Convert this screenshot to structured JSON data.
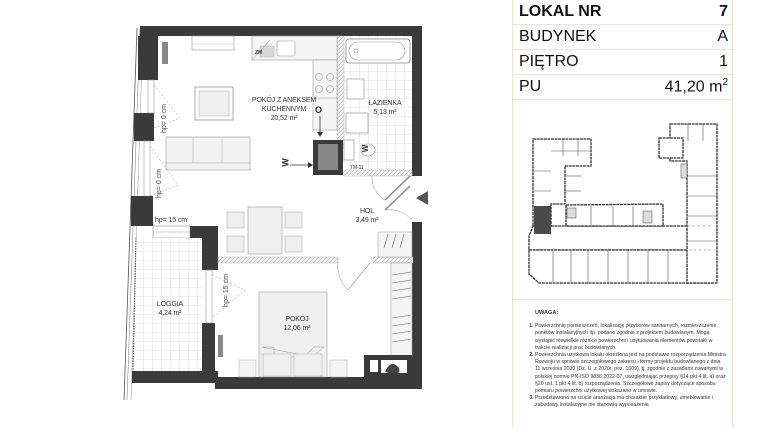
{
  "info": {
    "rows": [
      {
        "label": "LOKAL NR",
        "value": "7"
      },
      {
        "label": "BUDYNEK",
        "value": "A"
      },
      {
        "label": "PIĘTRO",
        "value": "1"
      },
      {
        "label": "PU",
        "value": "41,20 m",
        "value_sup": "2"
      }
    ]
  },
  "plan": {
    "rooms": [
      {
        "name": "POKÓJ Z ANEKSEM",
        "name2": "KUCHENNYM",
        "area": "20,52 m²"
      },
      {
        "name": "ŁAZIENKA",
        "area": "5,13 m²"
      },
      {
        "name": "HOL",
        "area": "3,49 m²"
      },
      {
        "name": "LOGGIA",
        "area": "4,24 m²"
      },
      {
        "name": "POKÓJ",
        "area": "12,06 m²"
      }
    ],
    "window_heights": [
      "hp= 0 cm",
      "hp= 0 cm",
      "hp= 15 cm",
      "hp= 15 cm"
    ],
    "meter_labels": {
      "gas": "O",
      "water": "W",
      "heat": "W",
      "electric": "ZW"
    },
    "misc": {
      "tm": "TM-11",
      "sink_mark": "ZM"
    }
  },
  "notes": {
    "heading": "UWAGA:",
    "items": [
      "Powierzchnię pomieszczeń, lokalizację przyborów sanitarnych, rozmieszczenie punktów instalacyjnych itp. podano zgodnie z projektem budowlanym. Mogą wystąpić niewielkie różnice powierzchni i usytuowania elementów powstałe w trakcie realizacji prac budowlanych.",
      "Powierzchnia użytkowa lokalu określona jest na podstawie rozporządzenia Ministra Rozwoju w sprawie szczegółowego zakresu i formy projektu budowlanego z dnia 11 września 2020 (Dz. U. z 2020r. poz. 1609), tj. zgodnie z zasadami zawartymi w polskiej normie PN-ISO 9836:2022-07, uwzględniając przepisy §14 pkt 4 lit. a) oraz §20 ust. 1 pkt 4 lit. b) rozporządzenia. Szczegółowe zapisy dotyczące sposobu pomiaru powierzchni użytkowej wskazano w umowie.",
      "Przedstawiona na rzucie aranżacja ma charakter przykładowy, umeblowanie i zabudowy instalacyjne nie stanowią wyposażenia"
    ]
  },
  "colors": {
    "wall": "#3a3a3a",
    "panel_border": "#f3e1d2",
    "highlight_unit": "#4a4a4a"
  }
}
